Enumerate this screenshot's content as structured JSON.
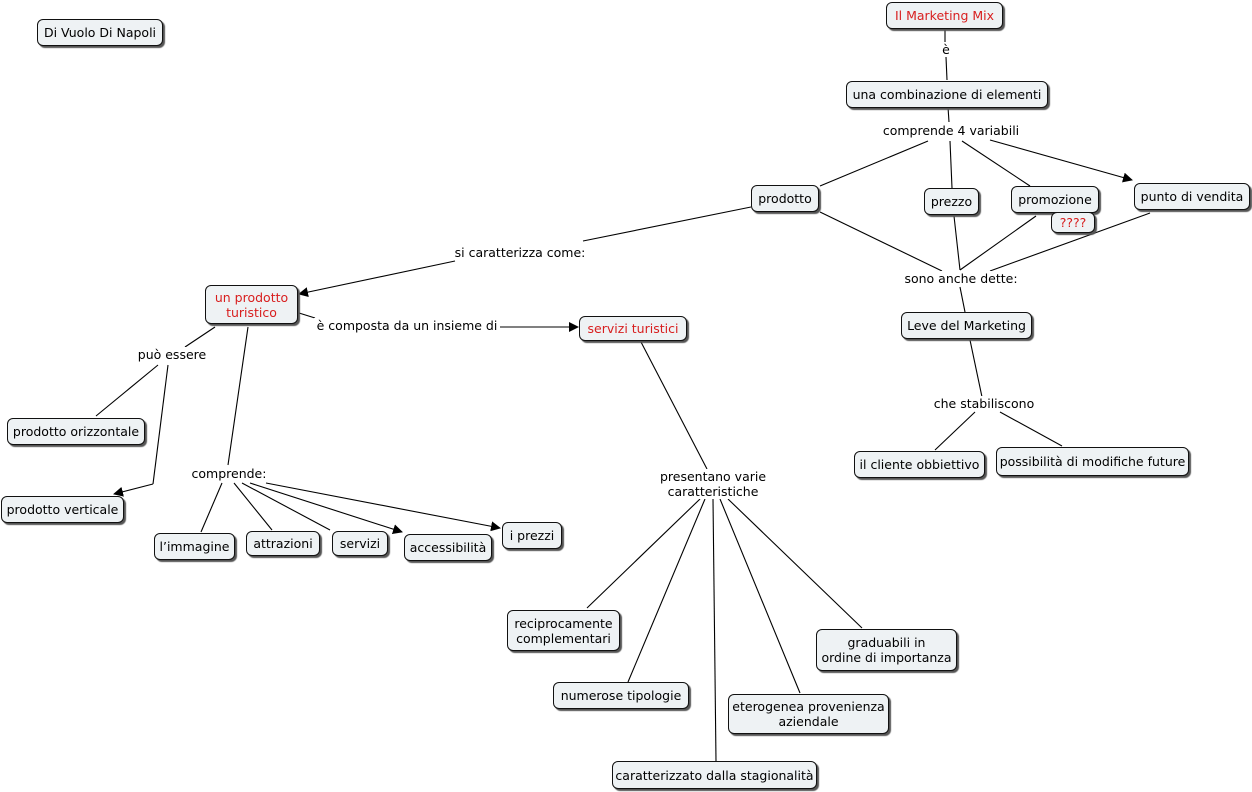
{
  "author": "Di Vuolo Di Napoli",
  "concepts": {
    "marketing_mix": "Il Marketing Mix",
    "combinazione": "una combinazione di elementi",
    "prodotto": "prodotto",
    "prezzo": "prezzo",
    "promozione": "promozione",
    "punto_vendita": "punto di vendita",
    "qmarks": "????",
    "leve": "Leve del Marketing",
    "cliente": "il cliente obbiettivo",
    "modifiche": "possibilità di modifiche future",
    "prodotto_turistico_1": "un prodotto",
    "prodotto_turistico_2": "turistico",
    "servizi_turistici": "servizi turistici",
    "orizzontale": "prodotto orizzontale",
    "verticale": "prodotto verticale",
    "immagine": "l’immagine",
    "attrazioni": "attrazioni",
    "servizi": "servizi",
    "accessibilita": "accessibilità",
    "prezzi": "i prezzi",
    "reciprocamente_1": "reciprocamente",
    "reciprocamente_2": "complementari",
    "tipologie": "numerose tipologie",
    "stagionalita": "caratterizzato dalla stagionalità",
    "eterogenea_1": "eterogenea provenienza",
    "eterogenea_2": "aziendale",
    "graduabili_1": "graduabili in",
    "graduabili_2": "ordine di importanza"
  },
  "linking_phrases": {
    "e": "è",
    "comprende4": "comprende 4 variabili",
    "anche_dette": "sono anche dette:",
    "stabiliscono": "che stabiliscono",
    "caratterizza": "si caratterizza come:",
    "composta": "è composta da un insieme di",
    "puo_essere": "può essere",
    "comprende": "comprende:",
    "presentano_1": "presentano varie",
    "presentano_2": "caratteristiche"
  },
  "colors": {
    "accent_text": "#d81e1e",
    "node_fill": "#eef2f4",
    "border": "#111111"
  }
}
